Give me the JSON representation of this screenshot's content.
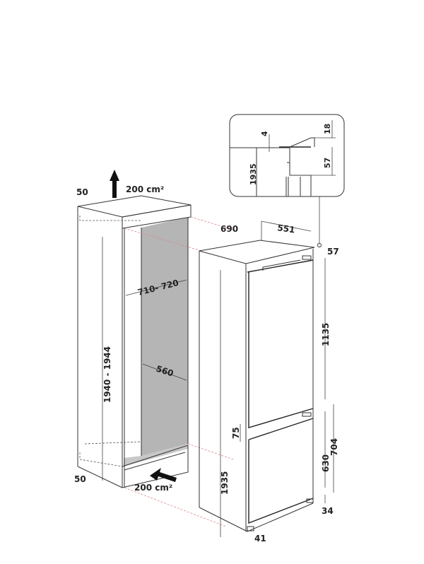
{
  "colors": {
    "line": "#333333",
    "cavity": "#b5b5b5",
    "guide": "#dd8888"
  },
  "niche": {
    "top_vent_area": "200 cm²",
    "bottom_vent_area": "200 cm²",
    "top_clearance": "50",
    "bottom_clearance": "50",
    "height": "1940 - 1944",
    "depth_range": "710- 720",
    "width": "560"
  },
  "appliance": {
    "depth": "690",
    "width": "551",
    "top_offset": "57",
    "upper_door_height": "1135",
    "door_gap": "75",
    "lower_section_height": "704",
    "lower_door_height": "630",
    "bottom_offset": "34",
    "total_height": "1935",
    "foot_offset": "41"
  },
  "detail_inset": {
    "gap": "4",
    "height": "1935",
    "top_thickness": "18",
    "hinge_height": "57"
  }
}
